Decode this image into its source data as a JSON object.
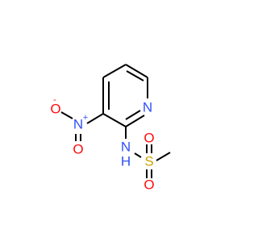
{
  "molecule": {
    "atoms": {
      "ring_n": {
        "label": "N",
        "color": "#3050F8"
      },
      "nitro_n": {
        "label": "N",
        "charge": "+",
        "color": "#3050F8"
      },
      "nitro_o_minus": {
        "label": "O",
        "charge": "-",
        "color": "#FF0D0D"
      },
      "nitro_o_double": {
        "label": "O",
        "color": "#FF0D0D"
      },
      "amide_n": {
        "label": "N",
        "color": "#3050F8"
      },
      "amide_h": {
        "label": "H",
        "color": "#3050F8"
      },
      "sulfur": {
        "label": "S",
        "color": "#C9A200"
      },
      "sulfonyl_o_top": {
        "label": "O",
        "color": "#FF0D0D"
      },
      "sulfonyl_o_bottom": {
        "label": "O",
        "color": "#FF0D0D"
      }
    },
    "bond_color": "#000000"
  }
}
